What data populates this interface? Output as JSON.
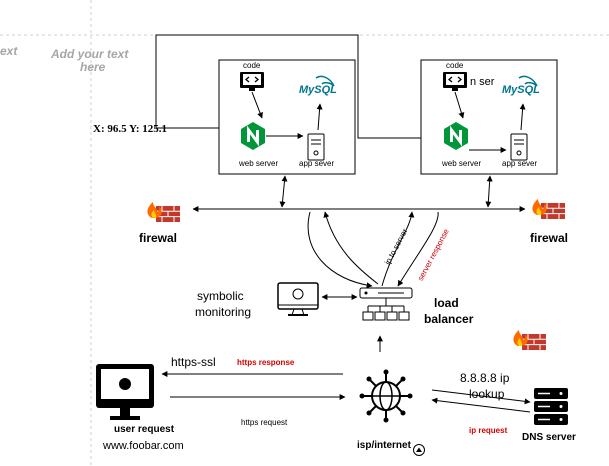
{
  "canvas": {
    "ghost_left": "ext",
    "ghost_center_line1": "Add your text",
    "ghost_center_line2": "here"
  },
  "coordinate_readout": "X: 96.5 Y: 125.1",
  "server_left": {
    "code_label": "code",
    "mysql_label": "MySQL",
    "web_server_label": "web server",
    "app_server_label": "app sever"
  },
  "server_right": {
    "code_label": "code",
    "mysql_label": "MySQL",
    "web_server_label": "web server",
    "app_server_label": "app sever",
    "partial_text": "n ser"
  },
  "firewall_left_label": "firewal",
  "firewall_right_label": "firewal",
  "flow": {
    "ip_to_server": "ip to server",
    "server_response": "server response"
  },
  "monitor": {
    "label_line1": "symbolic",
    "label_line2": "monitoring"
  },
  "load_balancer": {
    "label_line1": "load",
    "label_line2": "balancer"
  },
  "https_ssl_label": "https-ssl",
  "https_response_label": "https response",
  "https_request_label": "https request",
  "user": {
    "label_line1": "user request",
    "label_line2": "www.foobar.com"
  },
  "isp_label": "isp/internet",
  "dns": {
    "lookup_line1": "8.8.8.8 ip",
    "lookup_line2": "lookup",
    "ip_request_label": "ip request",
    "label": "DNS server"
  },
  "colors": {
    "nginx_green": "#009639",
    "mysql_blue": "#00758f",
    "mysql_orange": "#f29111",
    "brick": "#c0392b",
    "flame": "#ff6a00",
    "red_text": "#d40000"
  }
}
